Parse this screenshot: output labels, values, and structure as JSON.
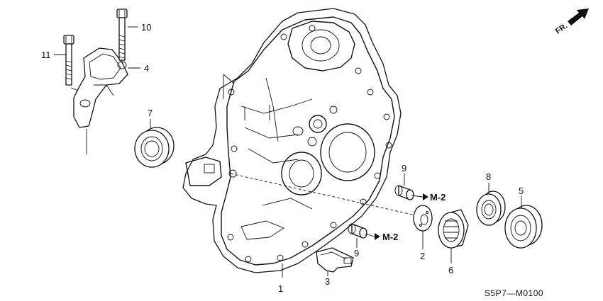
{
  "callouts": {
    "c1": "1",
    "c2": "2",
    "c3": "3",
    "c4": "4",
    "c5": "5",
    "c6": "6",
    "c7": "7",
    "c8": "8",
    "c9a": "9",
    "c9b": "9",
    "c10": "10",
    "c11": "11"
  },
  "references": {
    "m2_upper": "M-2",
    "m2_lower": "M-2"
  },
  "direction": {
    "label": "FR.",
    "icon": "arrow-right-icon"
  },
  "diagram_code": "S5P7—M0100"
}
